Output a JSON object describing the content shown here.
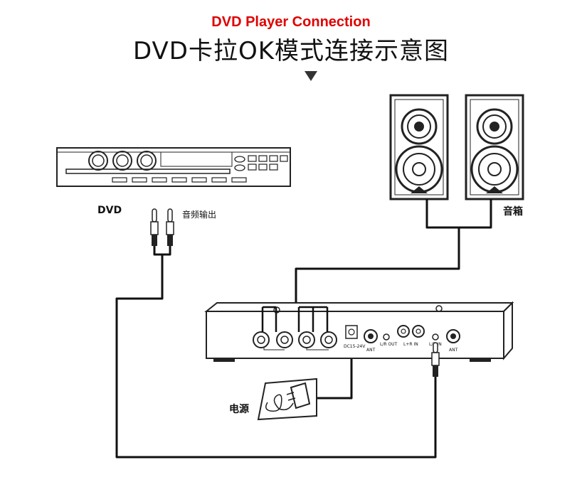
{
  "title_en": "DVD Player Connection",
  "title_cn": "DVD卡拉OK模式连接示意图",
  "labels": {
    "dvd": "DVD",
    "audio_out": "音频输出",
    "speakers": "音箱",
    "power": "电源",
    "dc_in": "DC15-24V",
    "ant1": "ANT",
    "lr_out": "L/R OUT",
    "lr_in1": "L+R IN",
    "lr_in2": "L/R IN",
    "ant2": "ANT"
  }
}
